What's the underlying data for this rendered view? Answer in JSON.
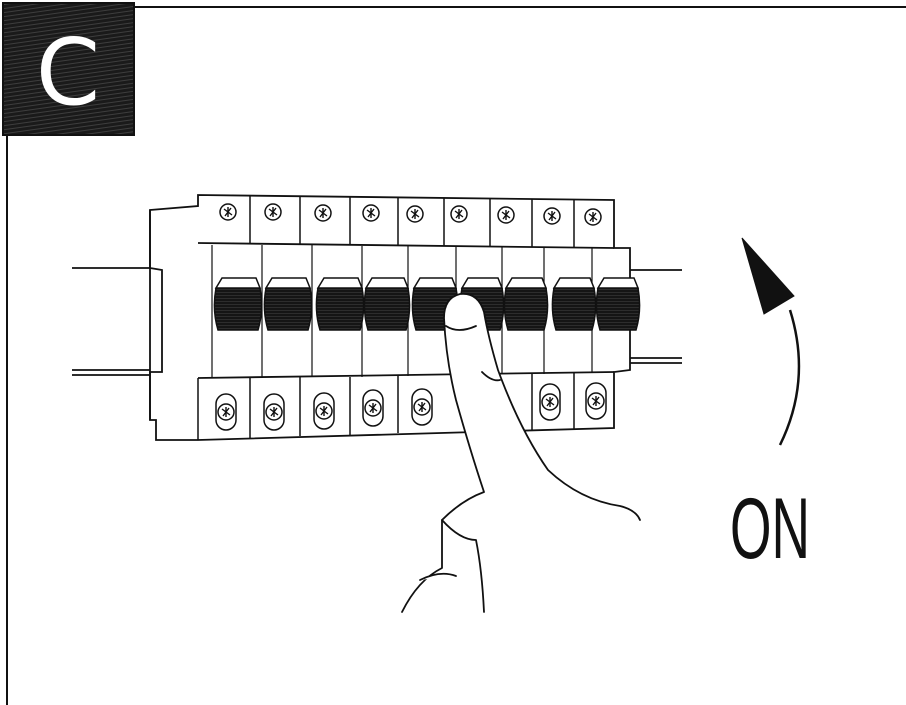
{
  "step": {
    "letter": "C"
  },
  "direction": {
    "label": "ON",
    "arrow": "curved-up-arrow-icon"
  },
  "breaker_panel": {
    "pole_count": 9,
    "active_pole": 5
  },
  "colors": {
    "ink": "#111111",
    "paper": "#ffffff",
    "badge": "#1a1a1a",
    "badge_text": "#ffffff"
  }
}
